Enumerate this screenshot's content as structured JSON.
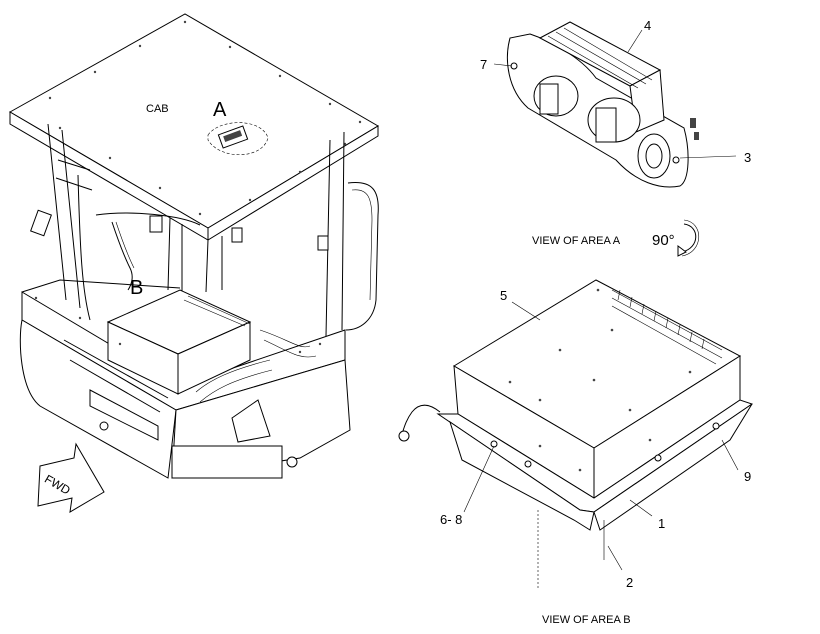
{
  "cab": {
    "cab_label": "CAB",
    "area_a_marker": "A",
    "area_b_marker": "B",
    "fwd_label": "FWD"
  },
  "view_a": {
    "caption": "VIEW OF AREA  A",
    "rotation": "90°",
    "callouts": [
      "4",
      "7",
      "3"
    ]
  },
  "view_b": {
    "caption": "VIEW OF AREA  B",
    "callouts": [
      "5",
      "9",
      "1",
      "6- 8",
      "2"
    ]
  }
}
